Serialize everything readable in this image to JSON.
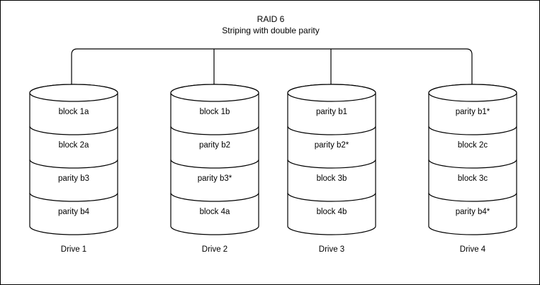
{
  "diagram": {
    "title": "RAID 6",
    "subtitle": "Striping with double parity",
    "stroke_color": "#000000",
    "fill_color": "#ffffff",
    "background_color": "#ffffff",
    "border_color": "#000000",
    "drives": [
      {
        "label": "Drive 1",
        "blocks": [
          "block 1a",
          "block 2a",
          "parity b3",
          "parity b4"
        ]
      },
      {
        "label": "Drive 2",
        "blocks": [
          "block 1b",
          "parity b2",
          "parity b3*",
          "block 4a"
        ]
      },
      {
        "label": "Drive 3",
        "blocks": [
          "parity b1",
          "parity b2*",
          "block 3b",
          "block 4b"
        ]
      },
      {
        "label": "Drive 4",
        "blocks": [
          "parity b1*",
          "block 2c",
          "block 3c",
          "parity b4*"
        ]
      }
    ]
  }
}
